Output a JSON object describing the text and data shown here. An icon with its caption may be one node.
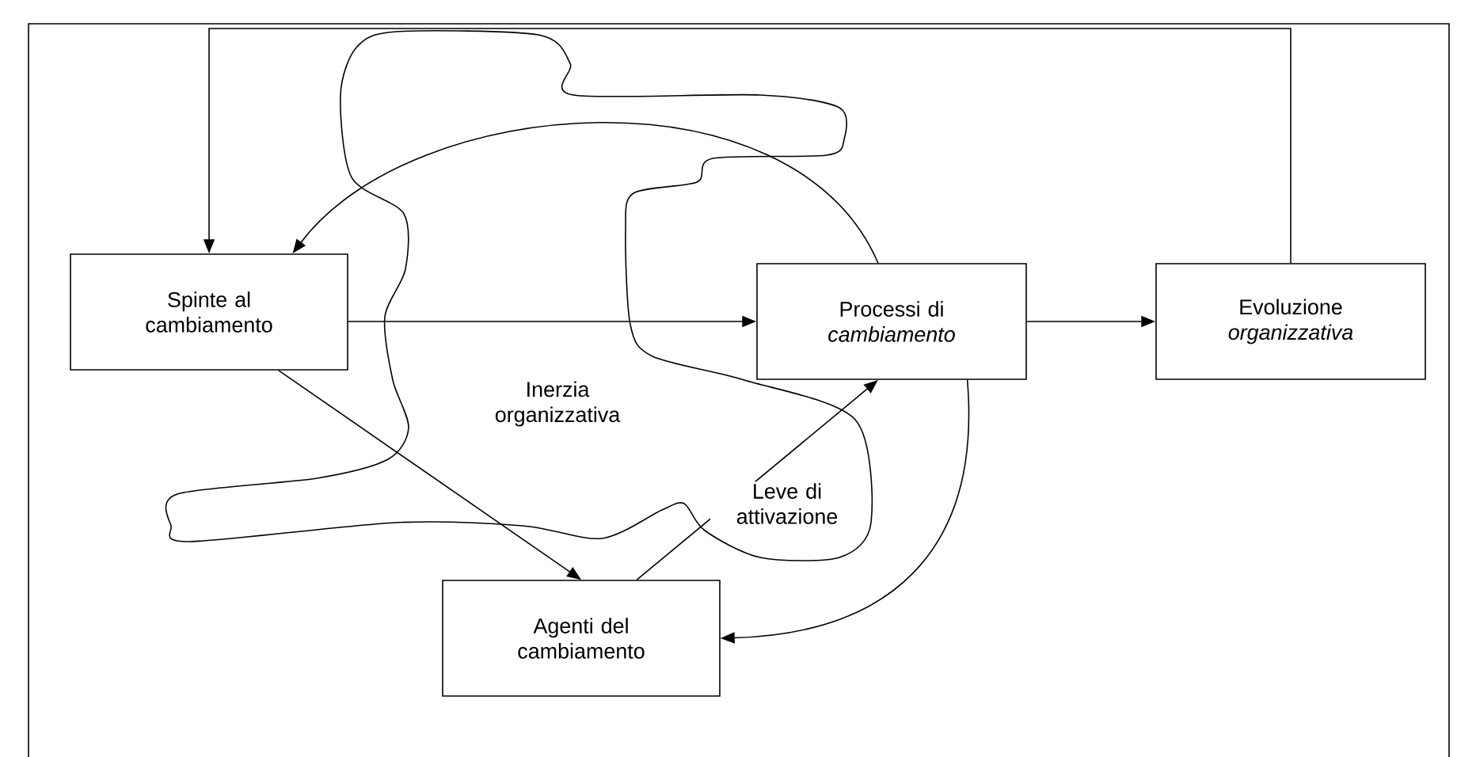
{
  "diagram": {
    "nodes": [
      {
        "text": [
          "Spinte al cambiamento"
        ]
      },
      {
        "text": [
          "Processi di *cambiamento*"
        ]
      },
      {
        "text": [
          "Evoluzione *organizzativa*"
        ]
      },
      {
        "text": [
          "Agenti del cambiamento"
        ]
      }
    ],
    "edges": [
      {
        "from": 0,
        "to": 1,
        "arrow": "to"
      },
      {
        "from": 1,
        "to": 2,
        "arrow": "to"
      },
      {
        "from": 2,
        "to": 0,
        "arrow": "to"
      },
      {
        "from": 1,
        "to": 0,
        "arrow": "to"
      },
      {
        "from": 0,
        "to": 3,
        "arrow": "to"
      },
      {
        "from": 3,
        "to": 1,
        "arrow": "to"
      },
      {
        "from": 1,
        "to": 3,
        "arrow": "to"
      }
    ],
    "labels": [
      "Inerzia organizzativa",
      "Leve di attivazione"
    ]
  }
}
